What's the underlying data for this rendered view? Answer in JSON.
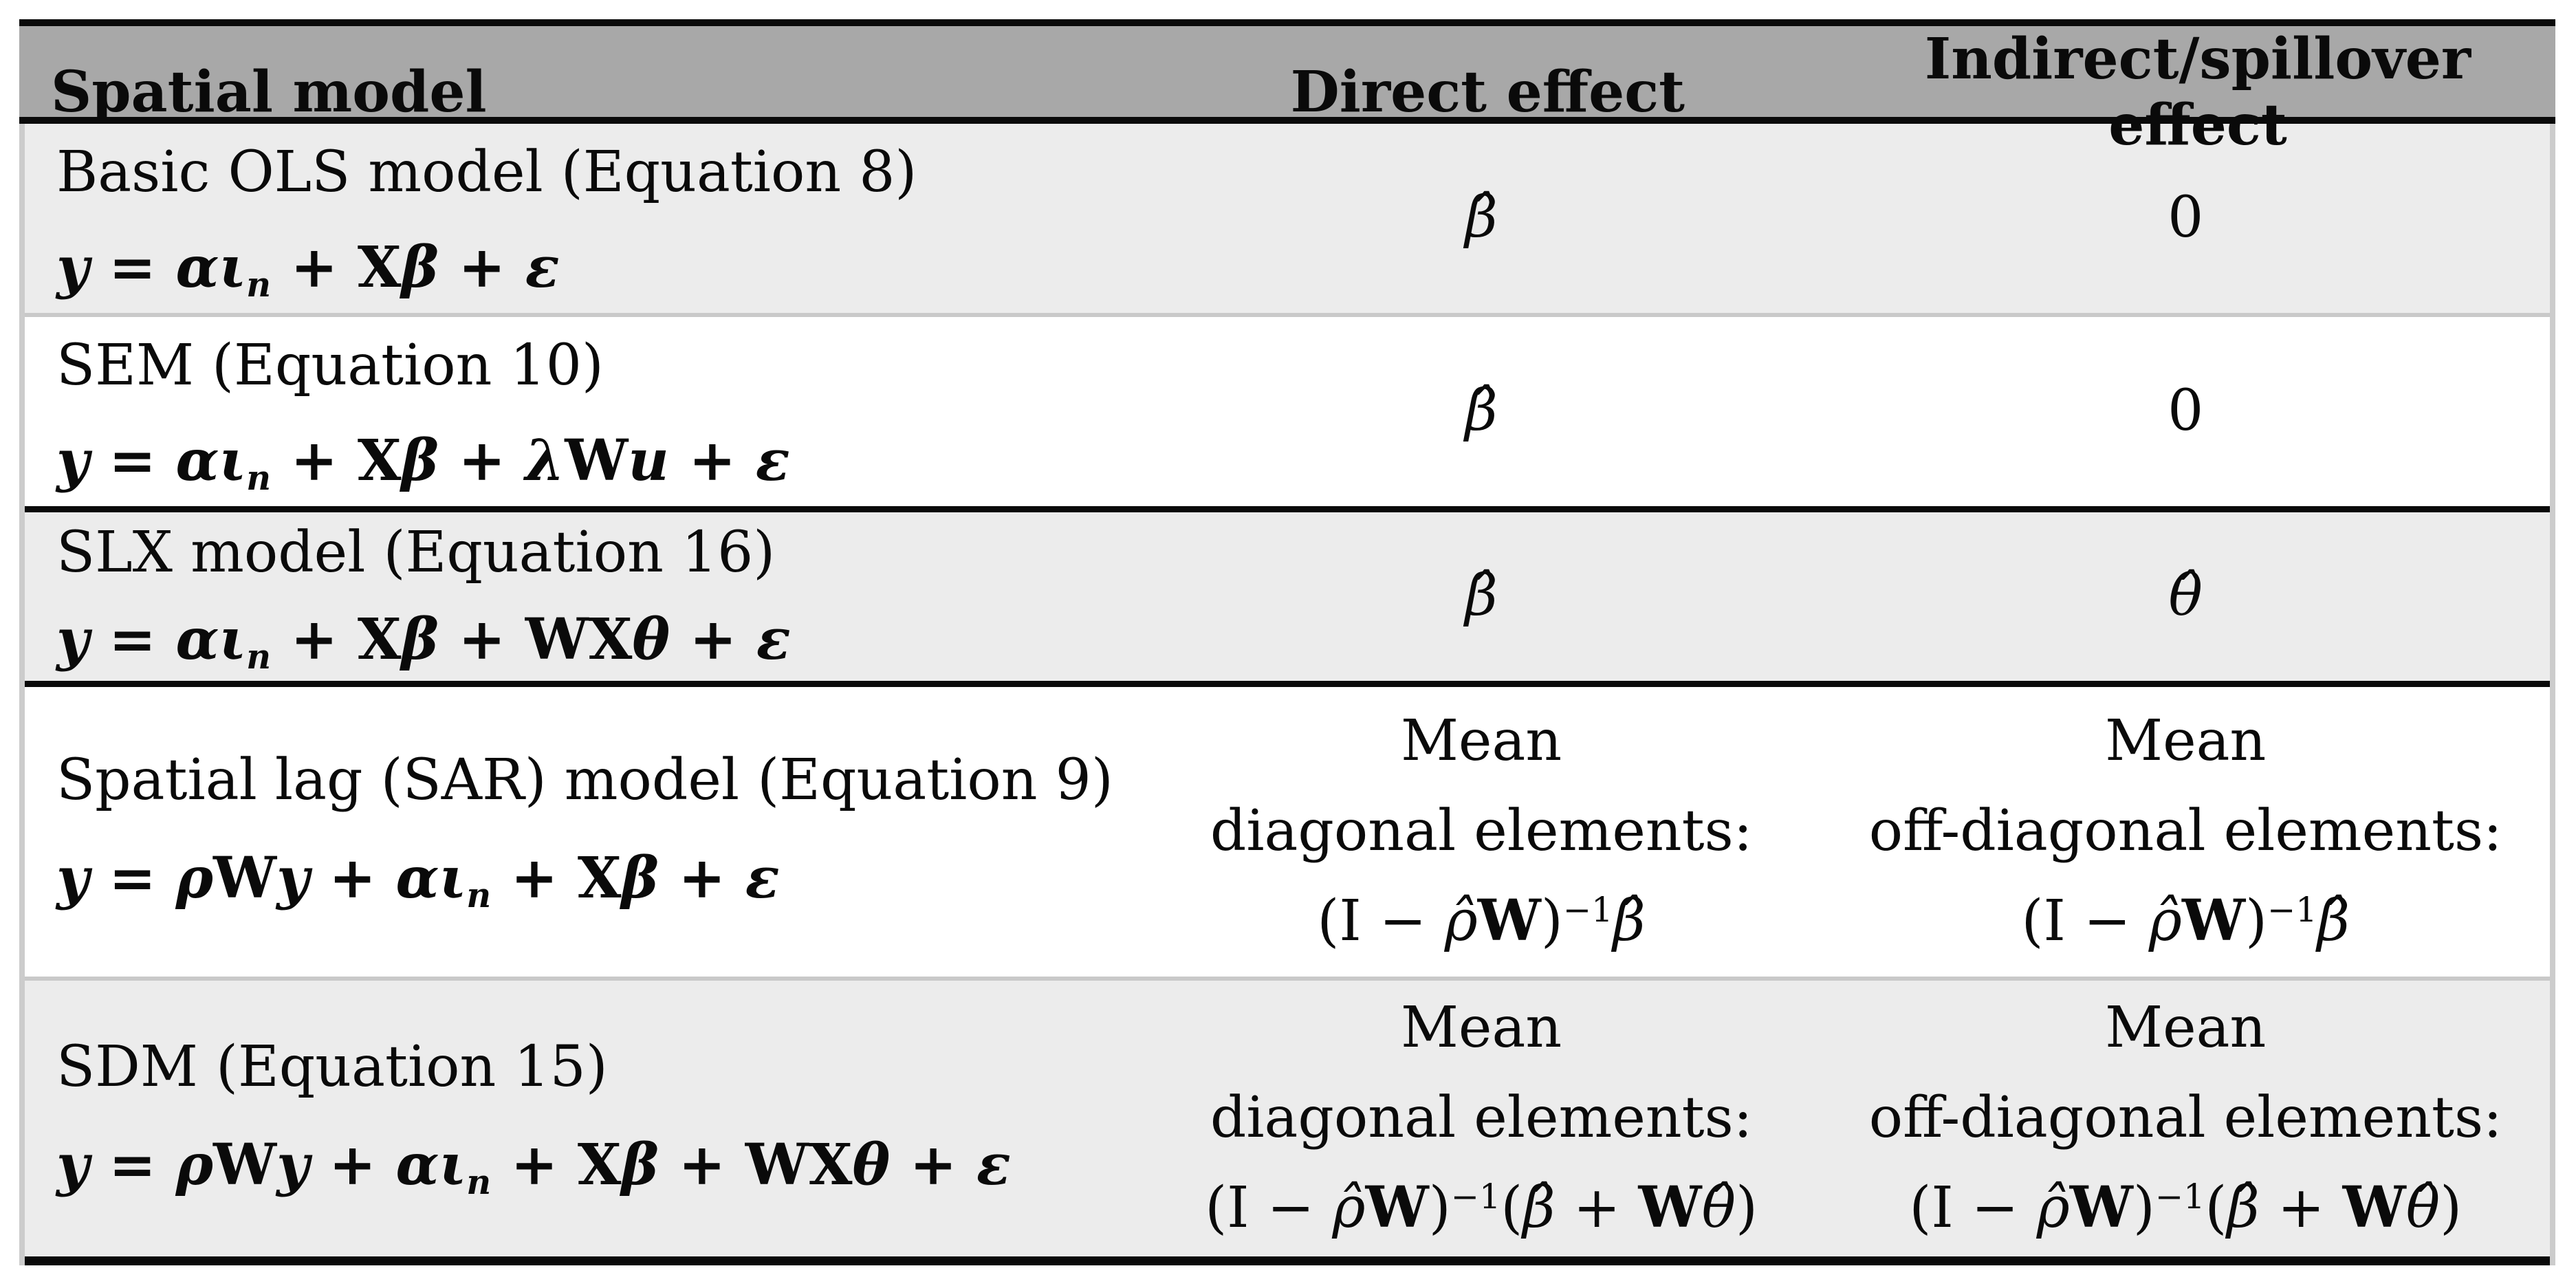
{
  "colors": {
    "header_bg": "#a8a8a8",
    "row_shade_bg": "#ececec",
    "line_black": "#0a0a0a",
    "line_gray": "#c9c9c9",
    "line_side": "#cccccc"
  },
  "table": {
    "header": {
      "spatial_model": "Spatial model",
      "direct": "Direct effect",
      "indirect": "Indirect/spillover effect"
    },
    "rows": [
      {
        "name": "Basic OLS model (Equation 8)",
        "equation": [
          [
            "v",
            "y = αι"
          ],
          [
            "sub",
            "n"
          ],
          [
            "v",
            " + "
          ],
          [
            "m",
            "X"
          ],
          [
            "v",
            "β + ε"
          ]
        ],
        "direct": [
          [
            [
              "v",
              "β̂"
            ]
          ]
        ],
        "indirect": [
          [
            [
              "r",
              "0"
            ]
          ]
        ]
      },
      {
        "name": "SEM (Equation 10)",
        "equation": [
          [
            "v",
            "y = αι"
          ],
          [
            "sub",
            "n"
          ],
          [
            "v",
            " + "
          ],
          [
            "m",
            "X"
          ],
          [
            "v",
            "β + λ"
          ],
          [
            "m",
            "W"
          ],
          [
            "v",
            "u + ε"
          ]
        ],
        "direct": [
          [
            [
              "v",
              "β̂"
            ]
          ]
        ],
        "indirect": [
          [
            [
              "r",
              "0"
            ]
          ]
        ]
      },
      {
        "name": "SLX model (Equation 16)",
        "equation": [
          [
            "v",
            "y = αι"
          ],
          [
            "sub",
            "n"
          ],
          [
            "v",
            " + "
          ],
          [
            "m",
            "X"
          ],
          [
            "v",
            "β + "
          ],
          [
            "m",
            "WX"
          ],
          [
            "v",
            "θ + ε"
          ]
        ],
        "direct": [
          [
            [
              "v",
              "β̂"
            ]
          ]
        ],
        "indirect": [
          [
            [
              "v",
              "θ̂"
            ]
          ]
        ]
      },
      {
        "name": "Spatial lag (SAR) model (Equation 9)",
        "equation": [
          [
            "v",
            "y = ρ"
          ],
          [
            "m",
            "W"
          ],
          [
            "v",
            "y + αι"
          ],
          [
            "sub",
            "n"
          ],
          [
            "v",
            " + "
          ],
          [
            "m",
            "X"
          ],
          [
            "v",
            "β + ε"
          ]
        ],
        "direct": [
          [
            [
              "r",
              "Mean"
            ]
          ],
          [
            [
              "r",
              "diagonal elements:"
            ]
          ],
          [
            [
              "r",
              "(I − "
            ],
            [
              "v",
              "ρ̂"
            ],
            [
              "m",
              "W"
            ],
            [
              "r",
              ")"
            ],
            [
              "sup",
              "−1"
            ],
            [
              "v",
              "β̂"
            ]
          ]
        ],
        "indirect": [
          [
            [
              "r",
              "Mean"
            ]
          ],
          [
            [
              "r",
              "off-diagonal elements:"
            ]
          ],
          [
            [
              "r",
              "(I − "
            ],
            [
              "v",
              "ρ̂"
            ],
            [
              "m",
              "W"
            ],
            [
              "r",
              ")"
            ],
            [
              "sup",
              "−1"
            ],
            [
              "v",
              "β̂"
            ]
          ]
        ]
      },
      {
        "name": "SDM (Equation 15)",
        "equation": [
          [
            "v",
            "y = ρ"
          ],
          [
            "m",
            "W"
          ],
          [
            "v",
            "y + αι"
          ],
          [
            "sub",
            "n"
          ],
          [
            "v",
            " + "
          ],
          [
            "m",
            "X"
          ],
          [
            "v",
            "β + "
          ],
          [
            "m",
            "WX"
          ],
          [
            "v",
            "θ + ε"
          ]
        ],
        "direct": [
          [
            [
              "r",
              "Mean"
            ]
          ],
          [
            [
              "r",
              "diagonal elements:"
            ]
          ],
          [
            [
              "r",
              "(I − "
            ],
            [
              "v",
              "ρ̂"
            ],
            [
              "m",
              "W"
            ],
            [
              "r",
              ")"
            ],
            [
              "sup",
              "−1"
            ],
            [
              "r",
              "("
            ],
            [
              "v",
              "β̂"
            ],
            [
              "r",
              " + "
            ],
            [
              "m",
              "W"
            ],
            [
              "v",
              "θ̂"
            ],
            [
              "r",
              ")"
            ]
          ]
        ],
        "indirect": [
          [
            [
              "r",
              "Mean"
            ]
          ],
          [
            [
              "r",
              "off-diagonal elements:"
            ]
          ],
          [
            [
              "r",
              "(I − "
            ],
            [
              "v",
              "ρ̂"
            ],
            [
              "m",
              "W"
            ],
            [
              "r",
              ")"
            ],
            [
              "sup",
              "−1"
            ],
            [
              "r",
              "("
            ],
            [
              "v",
              "β̂"
            ],
            [
              "r",
              " + "
            ],
            [
              "m",
              "W"
            ],
            [
              "v",
              "θ̂"
            ],
            [
              "r",
              ")"
            ]
          ]
        ]
      }
    ]
  }
}
